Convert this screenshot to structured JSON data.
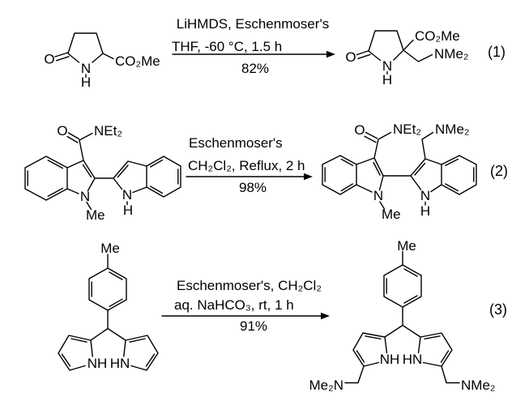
{
  "scheme": {
    "background": "#ffffff",
    "ink": "#000000"
  },
  "r1": {
    "cond1": "LiHMDS, Eschenmoser's",
    "cond2": "THF, -60 °C, 1.5 h",
    "yield": "82%",
    "eq": "(1)",
    "reactant": {
      "o": "O",
      "n": "N",
      "h": "H",
      "ester": "CO₂Me"
    },
    "product": {
      "o": "O",
      "n": "N",
      "h": "H",
      "ester": "CO₂Me",
      "amine": "NMe₂"
    }
  },
  "r2": {
    "cond1": "Eschenmoser's",
    "cond2": "CH₂Cl₂, Reflux, 2 h",
    "yield": "98%",
    "eq": "(2)",
    "reactant": {
      "o": "O",
      "amide": "NEt₂",
      "n_left": "N",
      "n_methyl": "Me",
      "n_right": "N",
      "h": "H"
    },
    "product": {
      "o": "O",
      "amide": "NEt₂",
      "amine": "NMe₂",
      "n_left": "N",
      "n_methyl": "Me",
      "n_right": "N",
      "h": "H"
    }
  },
  "r3": {
    "cond1": "Eschenmoser's, CH₂Cl₂",
    "cond2": "aq. NaHCO₃, rt, 1 h",
    "yield": "91%",
    "eq": "(3)",
    "reactant": {
      "tolyl_methyl": "Me",
      "nh_left": "NH",
      "nh_right": "HN"
    },
    "product": {
      "tolyl_methyl": "Me",
      "nh_left": "NH",
      "nh_right": "HN",
      "amine_left": "Me₂N",
      "amine_right": "NMe₂"
    }
  }
}
